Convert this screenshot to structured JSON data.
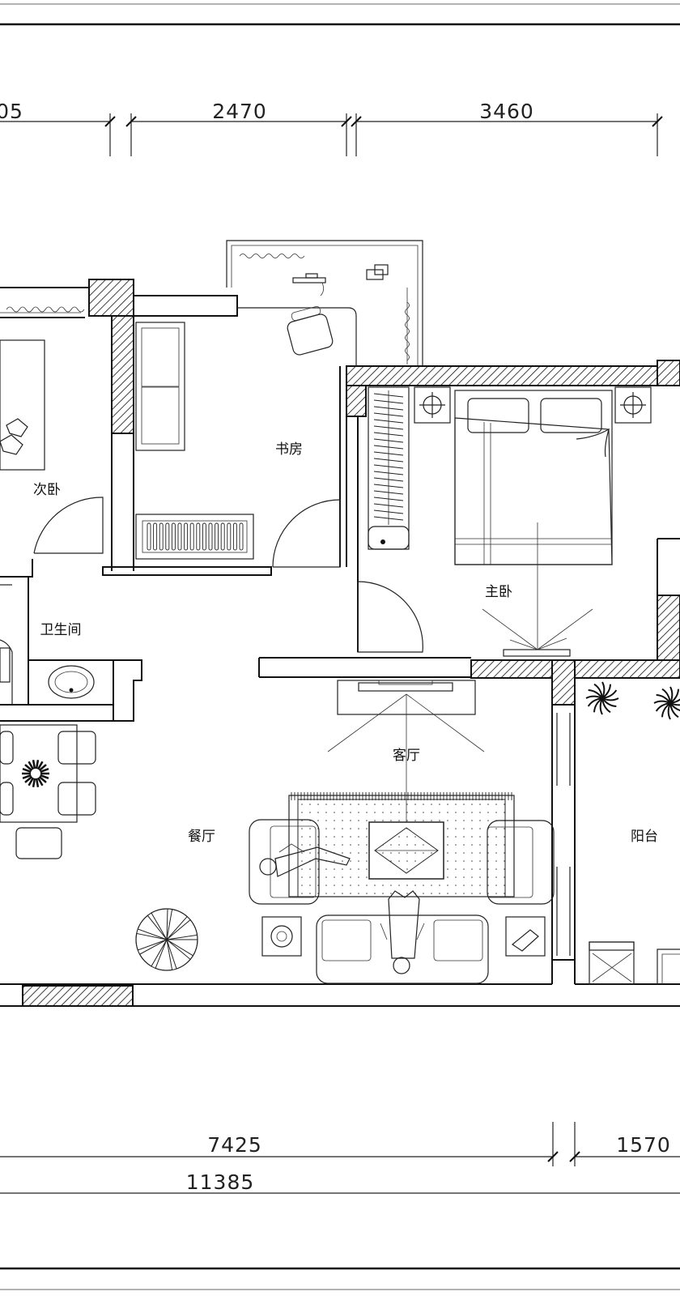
{
  "dimensions": {
    "top_left": "05",
    "top_middle": "2470",
    "top_right": "3460",
    "bottom_left": "7425",
    "bottom_right": "1570",
    "bottom_total": "11385"
  },
  "rooms": {
    "secondary_bedroom": "次卧",
    "study": "书房",
    "master_bedroom": "主卧",
    "bathroom": "卫生间",
    "living_room": "客厅",
    "dining_room": "餐厅",
    "balcony": "阳台"
  }
}
